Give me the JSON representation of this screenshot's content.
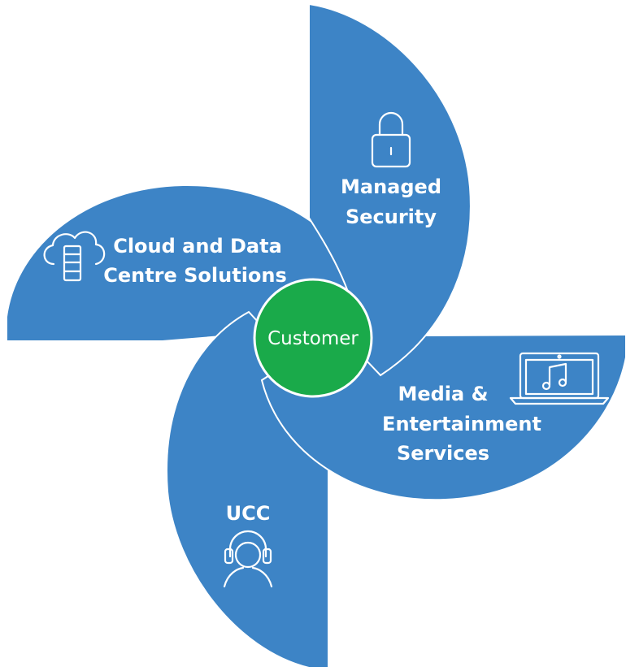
{
  "colors": {
    "blade": "#3d84c6",
    "center": "#1aaa4a",
    "outline": "#ffffff",
    "text": "#ffffff"
  },
  "center": {
    "label": "Customer"
  },
  "segments": [
    {
      "id": "managed-security",
      "lines": [
        "Managed",
        "Security"
      ],
      "icon": "padlock-icon"
    },
    {
      "id": "media-entertainment",
      "lines": [
        "Media &",
        "Entertainment",
        "Services"
      ],
      "icon": "laptop-music-icon"
    },
    {
      "id": "ucc",
      "lines": [
        "UCC"
      ],
      "icon": "headset-user-icon"
    },
    {
      "id": "cloud-data-centre",
      "lines": [
        "Cloud and Data",
        "Centre Solutions"
      ],
      "icon": "cloud-server-icon"
    }
  ]
}
